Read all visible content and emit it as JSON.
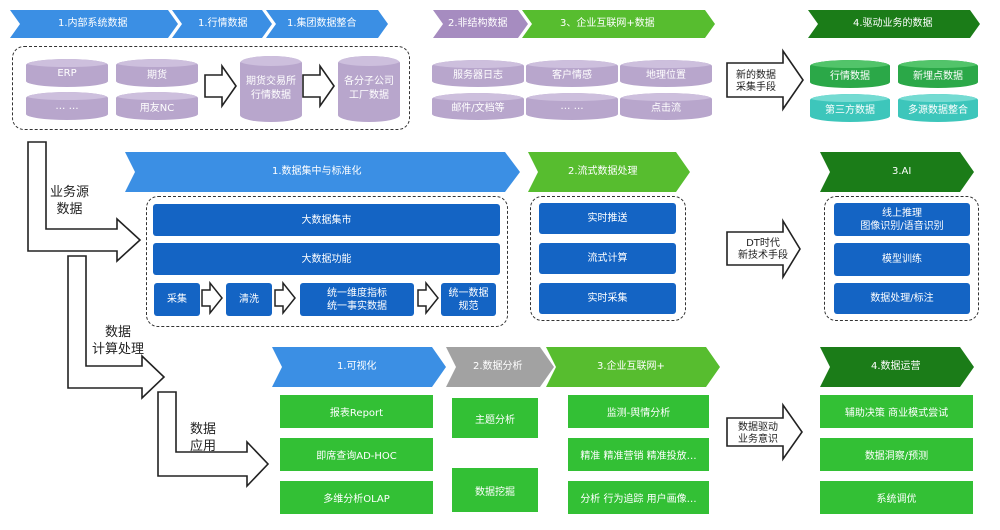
{
  "top": {
    "headers": {
      "internal": "1.内部系统数据",
      "market": "1.行情数据",
      "group": "1.集团数据整合",
      "unstructured": "2.非结构数据",
      "enterprise_net": "3、企业互联网+数据",
      "business_drive": "4.驱动业务的数据"
    },
    "internal_items": [
      "ERP",
      "期货",
      "… …",
      "用友NC"
    ],
    "market_item": "期货交易所\n行情数据",
    "group_item": "各分子公司\n工厂数据",
    "unstructured_items": [
      "服务器日志",
      "客户情感",
      "地理位置",
      "邮件/文档等",
      "… …",
      "点击流"
    ],
    "new_method": "新的数据\n采集手段",
    "business_items": [
      "行情数据",
      "新埋点数据",
      "第三方数据",
      "多源数据整合"
    ]
  },
  "side_labels": {
    "business_source": "业务源\n数据",
    "compute": "数据\n计算处理",
    "apply": "数据\n应用"
  },
  "middle": {
    "headers": {
      "centralize": "1.数据集中与标准化",
      "stream": "2.流式数据处理",
      "ai": "3.AI"
    },
    "mart": "大数据集市",
    "function": "大数据功能",
    "pipeline": [
      "采集",
      "清洗",
      "统一维度指标\n统一事实数据",
      "统一数据\n规范"
    ],
    "stream_items": [
      "实时推送",
      "流式计算",
      "实时采集"
    ],
    "dt_label": "DT时代\n新技术手段",
    "ai_items": [
      "线上推理\n图像识别/语音识别",
      "模型训练",
      "数据处理/标注"
    ]
  },
  "bottom": {
    "headers": {
      "visual": "1.可视化",
      "analysis": "2.数据分析",
      "enterprise_plus": "3.企业互联网+",
      "ops": "4.数据运营"
    },
    "visual_items": [
      "报表Report",
      "即席查询AD-HOC",
      "多维分析OLAP"
    ],
    "analysis_items": [
      "主题分析",
      "数据挖掘"
    ],
    "enterprise_items": [
      "监测-舆情分析",
      "精准 精准营销 精准投放…",
      "分析 行为追踪 用户画像…"
    ],
    "drive_label": "数据驱动\n业务意识",
    "ops_items": [
      "辅助决策 商业模式尝试",
      "数据洞察/预测",
      "系统调优"
    ]
  },
  "colors": {
    "blue_header": "#3b8fe4",
    "purple_header": "#a68cc0",
    "green_header": "#57bd2f",
    "dark_green_header": "#1b7c18",
    "gray_header": "#a2a2a2",
    "dark_blue_box": "#1464c4",
    "green_box": "#33c035",
    "purple_cylinder": "#b8a6cc",
    "teal_cylinder": "#3dc6bb"
  }
}
